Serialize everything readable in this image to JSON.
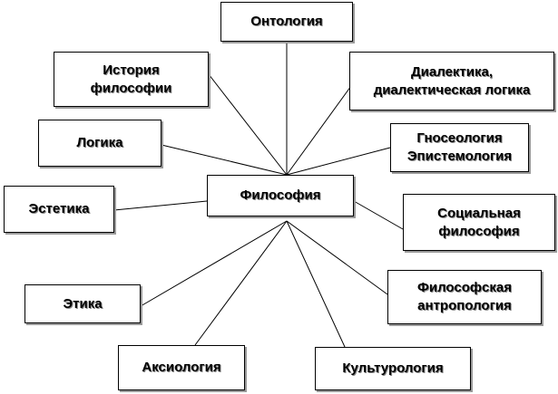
{
  "diagram": {
    "center": "Философия",
    "nodes": [
      {
        "id": "ontology",
        "label": "Онтология"
      },
      {
        "id": "history",
        "label": "История\nфилософии"
      },
      {
        "id": "dialectics",
        "label": "Диалектика,\nдиалектическая логика"
      },
      {
        "id": "logic",
        "label": "Логика"
      },
      {
        "id": "gnoseology",
        "label": "Гносеология\nЭпистемология"
      },
      {
        "id": "aesthetics",
        "label": "Эстетика"
      },
      {
        "id": "social",
        "label": "Социальная\nфилософия"
      },
      {
        "id": "ethics",
        "label": "Этика"
      },
      {
        "id": "anthropology",
        "label": "Философская\nантропология"
      },
      {
        "id": "axiology",
        "label": "Аксиология"
      },
      {
        "id": "culturology",
        "label": "Культурология"
      }
    ]
  }
}
